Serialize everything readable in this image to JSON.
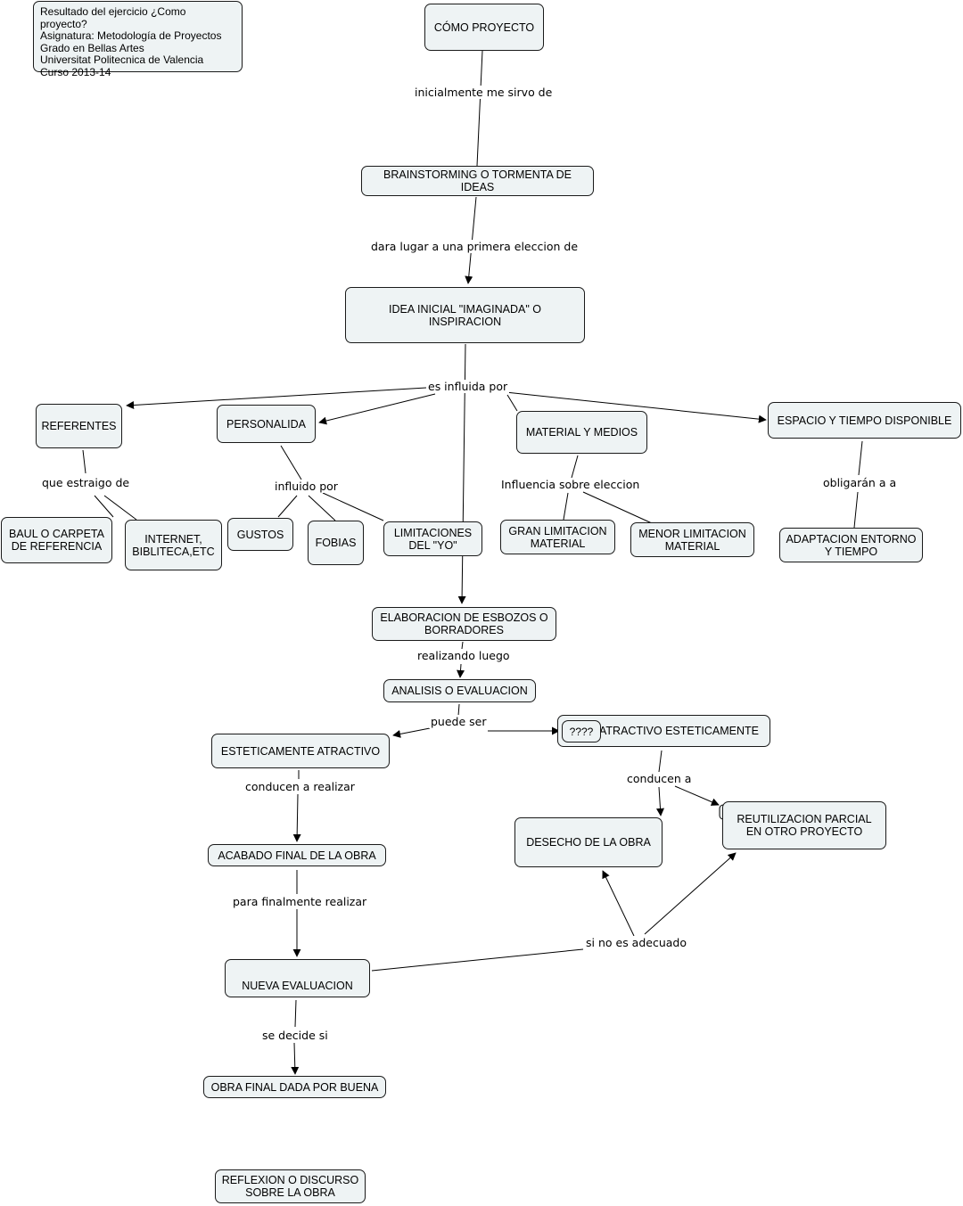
{
  "info_box": "Resultado del ejercicio ¿Como proyecto?\nAsignatura: Metodología de Proyectos\nGrado en Bellas Artes\nUniversitat Politecnica de Valencia\nCurso 2013-14",
  "nodes": {
    "como_proyecto": "CÓMO PROYECTO",
    "brainstorming": "BRAINSTORMING O TORMENTA DE IDEAS",
    "idea_inicial": "IDEA INICIAL \"IMAGINADA\" O INSPIRACION",
    "referentes": "REFERENTES",
    "personalida": "PERSONALIDA",
    "material_medios": "MATERIAL Y MEDIOS",
    "espacio_tiempo": "ESPACIO Y TIEMPO DISPONIBLE",
    "baul": "BAUL O CARPETA\nDE REFERENCIA",
    "internet": "INTERNET,\nBIBLITECA,ETC",
    "gustos": "GUSTOS",
    "fobias": "FOBIAS",
    "limitaciones_yo": "LIMITACIONES\nDEL \"YO\"",
    "gran_limitacion": "GRAN LIMITACION\nMATERIAL",
    "menor_limitacion": "MENOR LIMITACION\nMATERIAL",
    "adaptacion": "ADAPTACION ENTORNO\nY TIEMPO",
    "esbozos": "ELABORACION DE ESBOZOS O\nBORRADORES",
    "analisis": "ANALISIS O EVALUACION",
    "estet_atractivo": "ESTETICAMENTE ATRACTIVO",
    "atractivo_estet": "ATRACTIVO ESTETICAMENTE",
    "question_marks": "????",
    "acabado_final": "ACABADO FINAL DE LA OBRA",
    "desecho": "DESECHO DE LA OBRA",
    "reutilizacion": "REUTILIZACION PARCIAL\nEN OTRO PROYECTO",
    "nueva_evaluacion": "NUEVA EVALUACION",
    "obra_final": "OBRA FINAL DADA POR BUENA",
    "reflexion": "REFLEXION O DISCURSO\nSOBRE LA OBRA"
  },
  "links": {
    "inicialmente": "inicialmente me sirvo de",
    "dara_lugar": "dara lugar a una primera eleccion de",
    "es_influida": "es influida por",
    "que_estraigo": "que estraigo de",
    "influido_por": "influido por",
    "influencia": "Influencia  sobre eleccion",
    "obligaran": "obligarán a a",
    "realizando": "realizando luego",
    "puede_ser": "puede ser",
    "conducen_realizar": "conducen a realizar",
    "conducen_a": "conducen a",
    "para_finalmente": "para finalmente realizar",
    "si_no": "si  no es adecuado",
    "se_decide": "se decide si"
  }
}
